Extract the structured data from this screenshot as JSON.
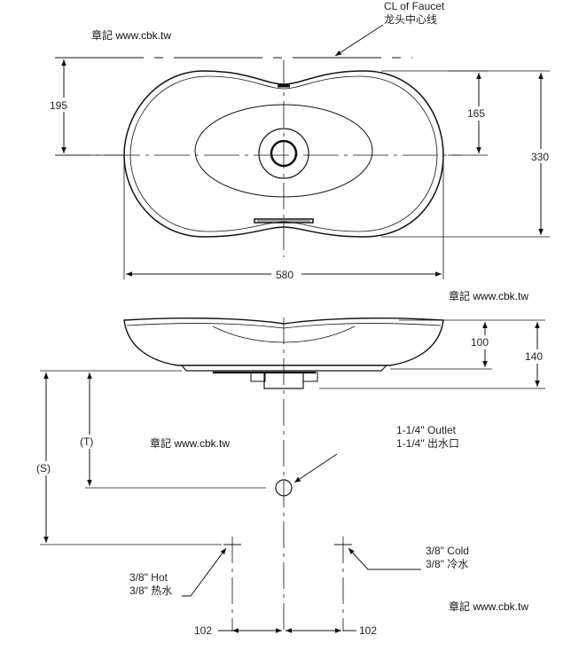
{
  "watermark": "章記 www.cbk.tw",
  "top_view": {
    "faucet_label_en": "CL of Faucet",
    "faucet_label_zh": "龙头中心线",
    "dim_195": "195",
    "dim_165": "165",
    "dim_330": "330",
    "dim_580": "580"
  },
  "side_view": {
    "dim_100": "100",
    "dim_140": "140",
    "dim_T": "(T)",
    "dim_S": "(S)",
    "outlet_en": "1-1/4\" Outlet",
    "outlet_zh": "1-1/4\" 出水口",
    "hot_en": "3/8\" Hot",
    "hot_zh": "3/8\" 热水",
    "cold_en": "3/8\" Cold",
    "cold_zh": "3/8\" 冷水",
    "dim_102_left": "102",
    "dim_102_right": "102"
  }
}
